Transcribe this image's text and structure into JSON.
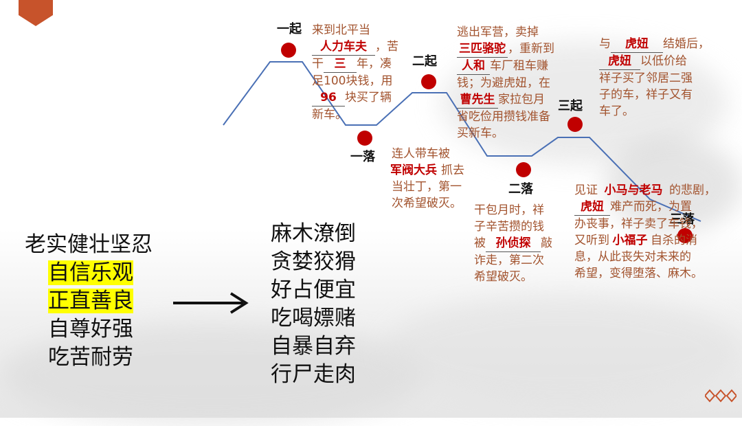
{
  "wave_labels": {
    "qi1": "一起",
    "luo1": "一落",
    "qi2": "二起",
    "luo2": "二落",
    "qi3": "三起",
    "luo3": "三落"
  },
  "notes": {
    "n1": {
      "l1": "来到北平当",
      "b1": "人力车夫",
      "l2a": "，苦",
      "l3a": "干",
      "b2": "三",
      "l3b": "年，凑",
      "l4": "足100块钱，用",
      "b3": "96",
      "l5b": "块买了辆",
      "l6": "新车。"
    },
    "n2": {
      "l1": "逃出军营，卖掉",
      "b1": "三匹骆驼",
      "l2b": "，重新到",
      "b2": "人和",
      "l3b": "车厂租车赚",
      "l4": "钱；为避虎妞，在",
      "b3": "曹先生",
      "l5b": "家拉包月",
      "l6": "省吃俭用攒钱准备",
      "l7": "买新车。"
    },
    "n3": {
      "l1a": "与",
      "b1": "虎妞",
      "l1b": "结婚后，",
      "b2": "虎妞",
      "l2b": "以低价给",
      "l3": "祥子买了邻居二强",
      "l4": "子的车，祥子又有",
      "l5": "车了。"
    },
    "n4": {
      "l1": "连人带车被",
      "b1": "军阀大兵",
      "l2b": "抓去",
      "l3": "当壮丁，第一",
      "l4": "次希望破灭。"
    },
    "n5": {
      "l1": "干包月时，祥",
      "l2": "子辛苦攒的钱",
      "l3a": "被",
      "b1": "孙侦探",
      "l3b": "敲",
      "l4": "诈走，第二次",
      "l5": "希望破灭。"
    },
    "n6": {
      "l1a": "见证",
      "b1": "小马与老马",
      "l1b": "的悲剧，",
      "b2": "虎妞",
      "l2b": "难产而死，为置",
      "l3": "办丧事，祥子卖了车钱，",
      "l4a": "又听到",
      "b3": "小福子",
      "l4b": "自杀的消",
      "l5": "息，从此丧失对未来的",
      "l6": "希望，变得堕落、麻木。"
    }
  },
  "traits_before": [
    "老实健壮坚忍",
    "自信乐观",
    "正直善良",
    "自尊好强",
    "吃苦耐劳"
  ],
  "traits_after": [
    "麻木潦倒",
    "贪婪狡猾",
    "好占便宜",
    "吃喝嫖赌",
    "自暴自弃",
    "行尸走肉"
  ],
  "colors": {
    "accent": "#c00000",
    "line": "#4a70b5",
    "note_text": "#a2532e",
    "highlight": "#ffff00"
  }
}
